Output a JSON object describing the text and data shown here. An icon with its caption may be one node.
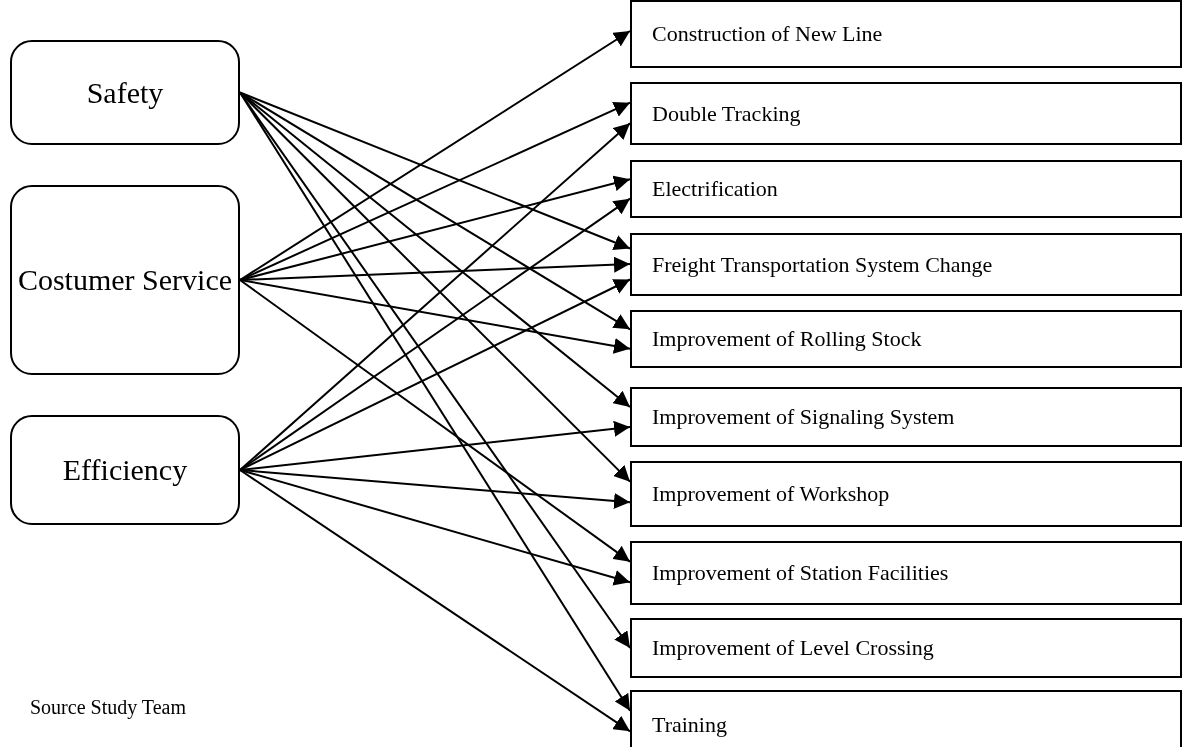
{
  "diagram": {
    "nodes": [
      {
        "text": [
          "Safety"
        ]
      },
      {
        "text": [
          "Costumer Service"
        ]
      },
      {
        "text": [
          "Efficiency"
        ]
      },
      {
        "text": [
          "Construction of New Line"
        ]
      },
      {
        "text": [
          "Double Tracking"
        ]
      },
      {
        "text": [
          "Electrification"
        ]
      },
      {
        "text": [
          "Freight Transportation System Change"
        ]
      },
      {
        "text": [
          "Improvement of Rolling Stock"
        ]
      },
      {
        "text": [
          "Improvement of Signaling System"
        ]
      },
      {
        "text": [
          "Improvement of Workshop"
        ]
      },
      {
        "text": [
          "Improvement of Station Facilities"
        ]
      },
      {
        "text": [
          "Improvement of Level Crossing"
        ]
      },
      {
        "text": [
          "Training"
        ]
      }
    ],
    "edges": [
      {
        "from": 0,
        "to": 6,
        "arrow": "to"
      },
      {
        "from": 0,
        "to": 7,
        "arrow": "to"
      },
      {
        "from": 0,
        "to": 8,
        "arrow": "to"
      },
      {
        "from": 0,
        "to": 9,
        "arrow": "to"
      },
      {
        "from": 0,
        "to": 11,
        "arrow": "to"
      },
      {
        "from": 0,
        "to": 12,
        "arrow": "to"
      },
      {
        "from": 1,
        "to": 3,
        "arrow": "to"
      },
      {
        "from": 1,
        "to": 4,
        "arrow": "to"
      },
      {
        "from": 1,
        "to": 5,
        "arrow": "to"
      },
      {
        "from": 1,
        "to": 6,
        "arrow": "to"
      },
      {
        "from": 1,
        "to": 7,
        "arrow": "to"
      },
      {
        "from": 1,
        "to": 10,
        "arrow": "to"
      },
      {
        "from": 2,
        "to": 4,
        "arrow": "to"
      },
      {
        "from": 2,
        "to": 5,
        "arrow": "to"
      },
      {
        "from": 2,
        "to": 6,
        "arrow": "to"
      },
      {
        "from": 2,
        "to": 8,
        "arrow": "to"
      },
      {
        "from": 2,
        "to": 9,
        "arrow": "to"
      },
      {
        "from": 2,
        "to": 10,
        "arrow": "to"
      },
      {
        "from": 2,
        "to": 12,
        "arrow": "to"
      }
    ],
    "labels": [
      "Source Study Team"
    ]
  }
}
